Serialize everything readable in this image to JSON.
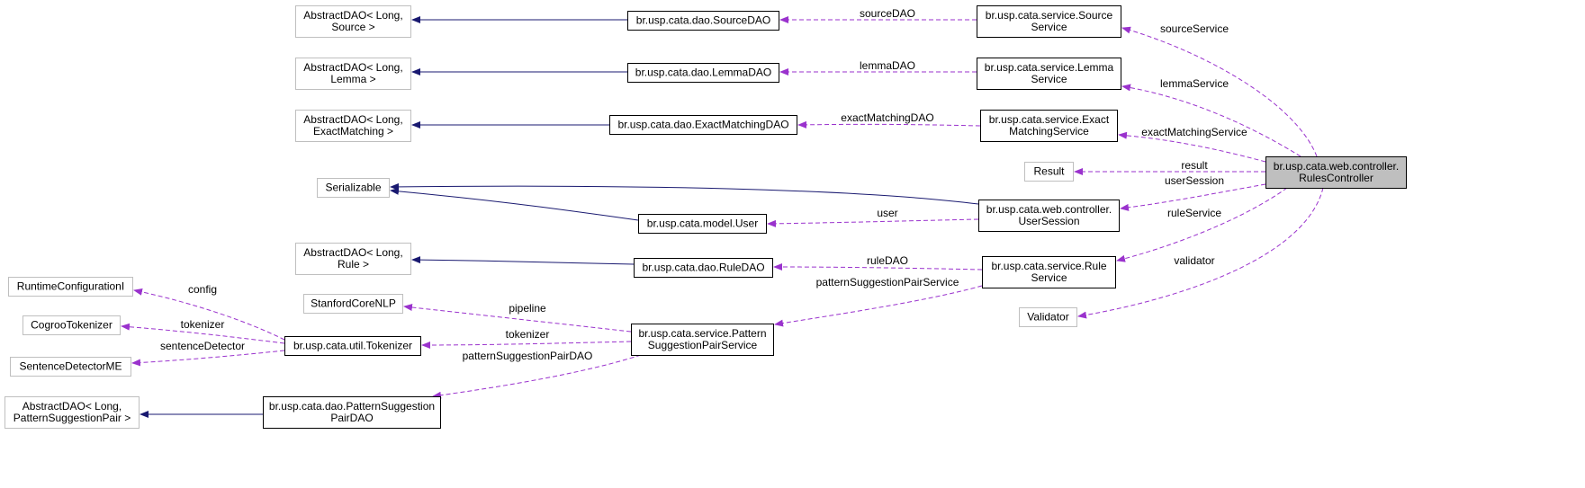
{
  "colors": {
    "background": "#ffffff",
    "node_fill": "#ffffff",
    "node_border": "#000000",
    "external_border": "#bfbfbf",
    "focus_fill": "#bfbfbf",
    "inherit_edge": "#191970",
    "usage_edge": "#9a32cd"
  },
  "nodes": [
    {
      "id": "rules_controller",
      "lines": [
        "br.usp.cata.web.controller.",
        "RulesController"
      ],
      "style": "focus"
    },
    {
      "id": "source_service",
      "lines": [
        "br.usp.cata.service.Source",
        "Service"
      ],
      "style": "class"
    },
    {
      "id": "lemma_service",
      "lines": [
        "br.usp.cata.service.Lemma",
        "Service"
      ],
      "style": "class"
    },
    {
      "id": "exact_matching_service",
      "lines": [
        "br.usp.cata.service.Exact",
        "MatchingService"
      ],
      "style": "class"
    },
    {
      "id": "result",
      "lines": [
        "Result"
      ],
      "style": "external"
    },
    {
      "id": "user_session",
      "lines": [
        "br.usp.cata.web.controller.",
        "UserSession"
      ],
      "style": "class"
    },
    {
      "id": "rule_service",
      "lines": [
        "br.usp.cata.service.Rule",
        "Service"
      ],
      "style": "class"
    },
    {
      "id": "validator",
      "lines": [
        "Validator"
      ],
      "style": "external"
    },
    {
      "id": "source_dao",
      "lines": [
        "br.usp.cata.dao.SourceDAO"
      ],
      "style": "class"
    },
    {
      "id": "lemma_dao",
      "lines": [
        "br.usp.cata.dao.LemmaDAO"
      ],
      "style": "class"
    },
    {
      "id": "exact_matching_dao",
      "lines": [
        "br.usp.cata.dao.ExactMatchingDAO"
      ],
      "style": "class"
    },
    {
      "id": "model_user",
      "lines": [
        "br.usp.cata.model.User"
      ],
      "style": "class"
    },
    {
      "id": "rule_dao",
      "lines": [
        "br.usp.cata.dao.RuleDAO"
      ],
      "style": "class"
    },
    {
      "id": "pattern_service",
      "lines": [
        "br.usp.cata.service.Pattern",
        "SuggestionPairService"
      ],
      "style": "class"
    },
    {
      "id": "tokenizer",
      "lines": [
        "br.usp.cata.util.Tokenizer"
      ],
      "style": "class"
    },
    {
      "id": "pattern_dao",
      "lines": [
        "br.usp.cata.dao.PatternSuggestion",
        "PairDAO"
      ],
      "style": "class"
    },
    {
      "id": "abstract_source",
      "lines": [
        "AbstractDAO< Long,",
        "Source >"
      ],
      "style": "external"
    },
    {
      "id": "abstract_lemma",
      "lines": [
        "AbstractDAO< Long,",
        "Lemma >"
      ],
      "style": "external"
    },
    {
      "id": "abstract_exact",
      "lines": [
        "AbstractDAO< Long,",
        "ExactMatching >"
      ],
      "style": "external"
    },
    {
      "id": "serializable",
      "lines": [
        "Serializable"
      ],
      "style": "external"
    },
    {
      "id": "abstract_rule",
      "lines": [
        "AbstractDAO< Long,",
        "Rule >"
      ],
      "style": "external"
    },
    {
      "id": "stanford",
      "lines": [
        "StanfordCoreNLP"
      ],
      "style": "external"
    },
    {
      "id": "runtime_config",
      "lines": [
        "RuntimeConfigurationI"
      ],
      "style": "external"
    },
    {
      "id": "cogroo",
      "lines": [
        "CogrooTokenizer"
      ],
      "style": "external"
    },
    {
      "id": "sentence_detector",
      "lines": [
        "SentenceDetectorME"
      ],
      "style": "external"
    },
    {
      "id": "abstract_pattern",
      "lines": [
        "AbstractDAO< Long,",
        "PatternSuggestionPair >"
      ],
      "style": "external"
    }
  ],
  "edges": [
    {
      "id": "e-source-service",
      "kind": "usage",
      "label": "sourceService"
    },
    {
      "id": "e-lemma-service",
      "kind": "usage",
      "label": "lemmaService"
    },
    {
      "id": "e-exact-service",
      "kind": "usage",
      "label": "exactMatchingService"
    },
    {
      "id": "e-result",
      "kind": "usage",
      "label": "result"
    },
    {
      "id": "e-user-session",
      "kind": "usage",
      "label": "userSession"
    },
    {
      "id": "e-rule-service",
      "kind": "usage",
      "label": "ruleService"
    },
    {
      "id": "e-validator",
      "kind": "usage",
      "label": "validator"
    },
    {
      "id": "e-source-dao",
      "kind": "usage",
      "label": "sourceDAO"
    },
    {
      "id": "e-lemma-dao",
      "kind": "usage",
      "label": "lemmaDAO"
    },
    {
      "id": "e-exact-dao",
      "kind": "usage",
      "label": "exactMatchingDAO"
    },
    {
      "id": "e-user",
      "kind": "usage",
      "label": "user"
    },
    {
      "id": "e-rule-dao",
      "kind": "usage",
      "label": "ruleDAO"
    },
    {
      "id": "e-pattern-service",
      "kind": "usage",
      "label": "patternSuggestionPairService"
    },
    {
      "id": "e-pipeline",
      "kind": "usage",
      "label": "pipeline"
    },
    {
      "id": "e-tokenizer",
      "kind": "usage",
      "label": "tokenizer"
    },
    {
      "id": "e-pattern-dao",
      "kind": "usage",
      "label": "patternSuggestionPairDAO"
    },
    {
      "id": "e-config",
      "kind": "usage",
      "label": "config"
    },
    {
      "id": "e-cogroo",
      "kind": "usage",
      "label": "tokenizer"
    },
    {
      "id": "e-sentence",
      "kind": "usage",
      "label": "sentenceDetector"
    },
    {
      "id": "i-source",
      "kind": "inherit",
      "label": ""
    },
    {
      "id": "i-lemma",
      "kind": "inherit",
      "label": ""
    },
    {
      "id": "i-exact",
      "kind": "inherit",
      "label": ""
    },
    {
      "id": "i-serial-session",
      "kind": "inherit",
      "label": ""
    },
    {
      "id": "i-serial-user",
      "kind": "inherit",
      "label": ""
    },
    {
      "id": "i-rule",
      "kind": "inherit",
      "label": ""
    },
    {
      "id": "i-pattern",
      "kind": "inherit",
      "label": ""
    }
  ]
}
